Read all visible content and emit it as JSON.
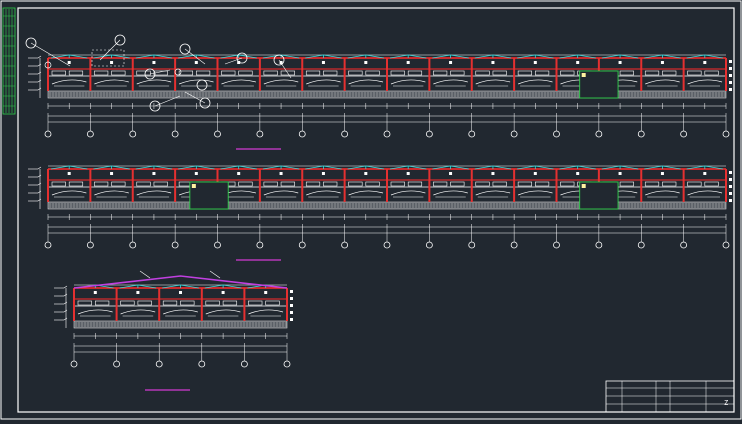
{
  "drawing": {
    "title_block": {
      "cells": [
        "",
        "",
        "",
        "",
        "",
        ""
      ],
      "stamp": "Z"
    },
    "elevations": [
      {
        "id": "elevation-1",
        "bays": 16
      },
      {
        "id": "elevation-2",
        "bays": 16
      },
      {
        "id": "section-1",
        "bays": 5
      }
    ]
  },
  "colors": {
    "background": "#212830",
    "frame": "#ffffff",
    "tag_strip": "#2fd14a",
    "column": "#e53030",
    "roof_beam": "#ff2a2a",
    "truss": "#38d8d8",
    "window": "#ffffff",
    "door": "#2fd14a",
    "base_hatch": "#d8d8d8",
    "gable_roof": "#c040e0",
    "caption_line": "#d23ad2"
  }
}
